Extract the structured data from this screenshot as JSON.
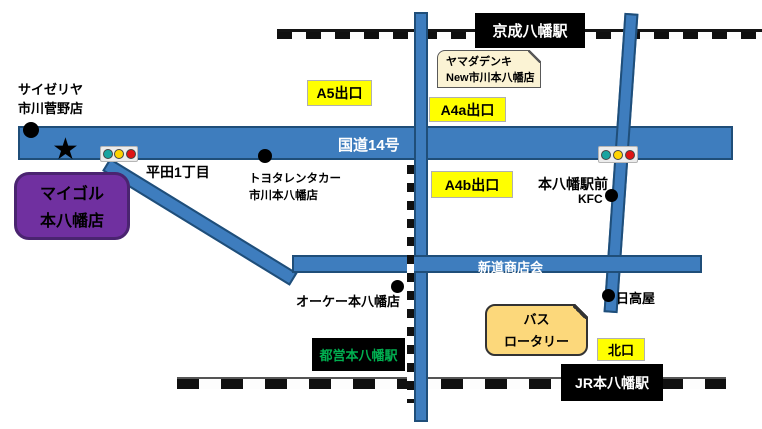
{
  "stations": {
    "keisei": "京成八幡駅",
    "toei": "都営本八幡駅",
    "jr": "JR本八幡駅"
  },
  "exits": {
    "a5": "A5出口",
    "a4a": "A4a出口",
    "a4b": "A4b出口",
    "north": "北口"
  },
  "roads": {
    "route14": "国道14号",
    "shindo": "新道商店会"
  },
  "places": {
    "saizeriya_line1": "サイゼリヤ",
    "saizeriya_line2": "市川菅野店",
    "maigol_line1": "マイゴル",
    "maigol_line2": "本八幡店",
    "hirata": "平田1丁目",
    "toyota_line1": "トヨタレンタカー",
    "toyota_line2": "市川本八幡店",
    "yamada_line1": "ヤマダデンキ",
    "yamada_line2": "New市川本八幡店",
    "ekimae": "本八幡駅前",
    "kfc": "KFC",
    "ok_store": "オーケー本八幡店",
    "hidakaya": "日高屋",
    "bus_line1": "バス",
    "bus_line2": "ロータリー"
  },
  "colors": {
    "road_blue": "#3E7DBE",
    "road_border": "#1F4E79",
    "exit_yellow": "#FFFF00",
    "station_black": "#000000",
    "toei_text_green": "#00B050",
    "maigol_purple": "#7030A0",
    "yamada_cream": "#FBF3D4",
    "bus_tan": "#FCD87B",
    "signal_teal": "#19A4A0",
    "signal_yellow": "#FFD400",
    "signal_red": "#DF1414"
  }
}
